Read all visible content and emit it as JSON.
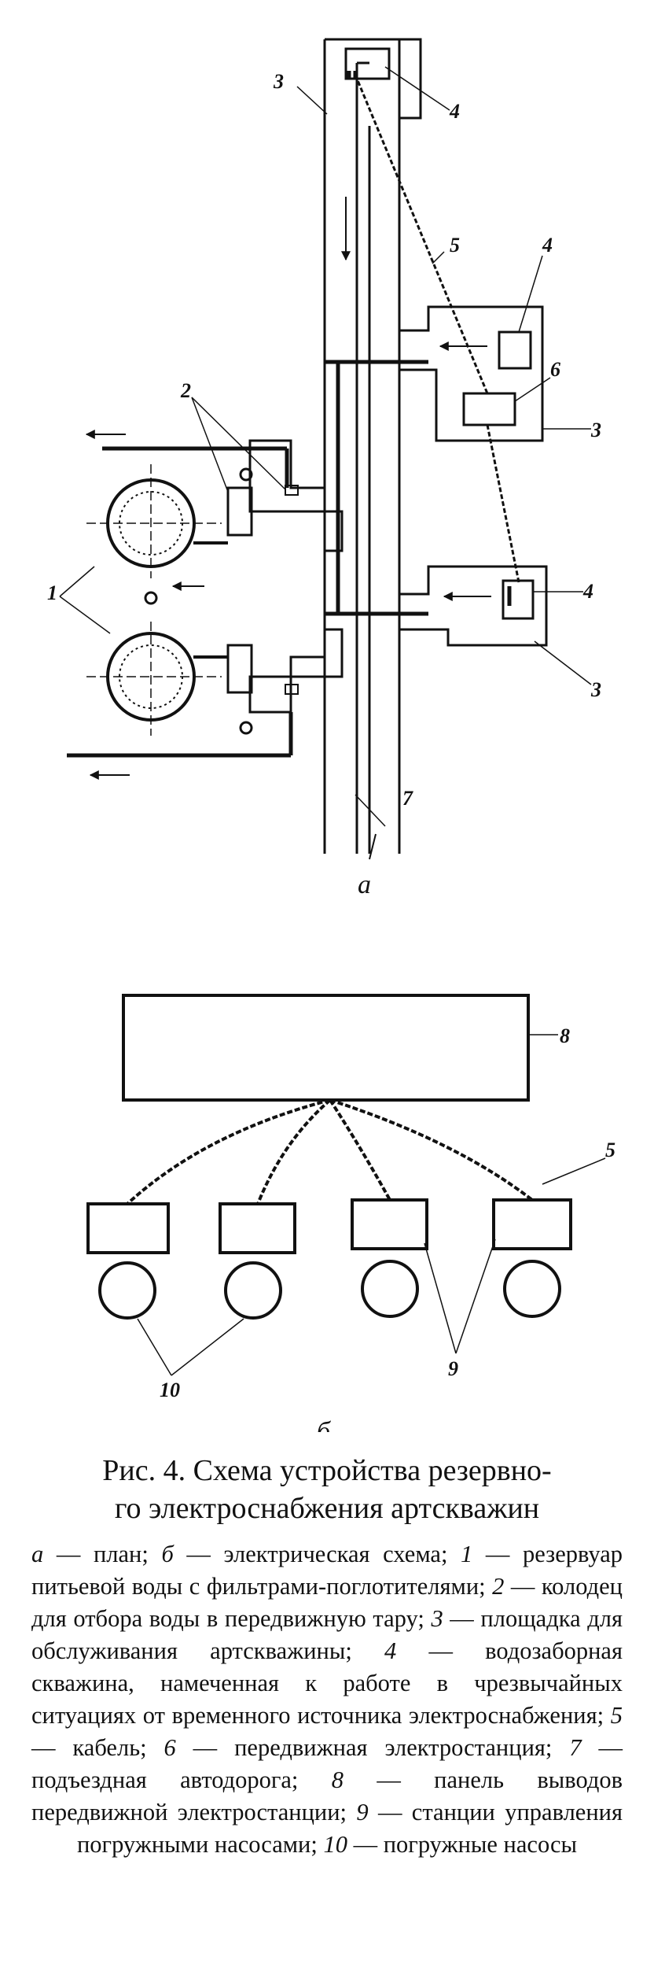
{
  "labels": {
    "reservoir": "1",
    "well_sampling": "2",
    "platform": "3",
    "borehole": "4",
    "cable": "5",
    "power_station": "6",
    "road": "7",
    "panel": "8",
    "control_stations": "9",
    "pumps": "10"
  },
  "sublabels": {
    "plan": "а",
    "schematic": "б"
  },
  "caption": {
    "title_line1": "Рис. 4. Схема устройства резервно-",
    "title_line2": "го электроснабжения артскважин"
  },
  "legend": [
    {
      "key": "а",
      "text": " — план; "
    },
    {
      "key": "б",
      "text": " — электрическая схема; "
    },
    {
      "key": "1",
      "text": " — резервуар питьевой воды с фильтрами-поглотителями; "
    },
    {
      "key": "2",
      "text": " — колодец для отбора воды в передвижную тару; "
    },
    {
      "key": "3",
      "text": " — площадка для обслуживания артскважины; "
    },
    {
      "key": "4",
      "text": " — водозаборная скважина, намеченная к работе в чрезвычайных ситуациях от временного источника электроснабжения; "
    },
    {
      "key": "5",
      "text": " — кабель; "
    },
    {
      "key": "6",
      "text": " — передвижная электростанция; "
    },
    {
      "key": "7",
      "text": " — подъездная автодорога; "
    },
    {
      "key": "8",
      "text": " — панель выводов передвижной электростанции; "
    },
    {
      "key": "9",
      "text": " — станции управления погружными насосами; "
    },
    {
      "key": "10",
      "text": " — погружные насосы"
    }
  ]
}
